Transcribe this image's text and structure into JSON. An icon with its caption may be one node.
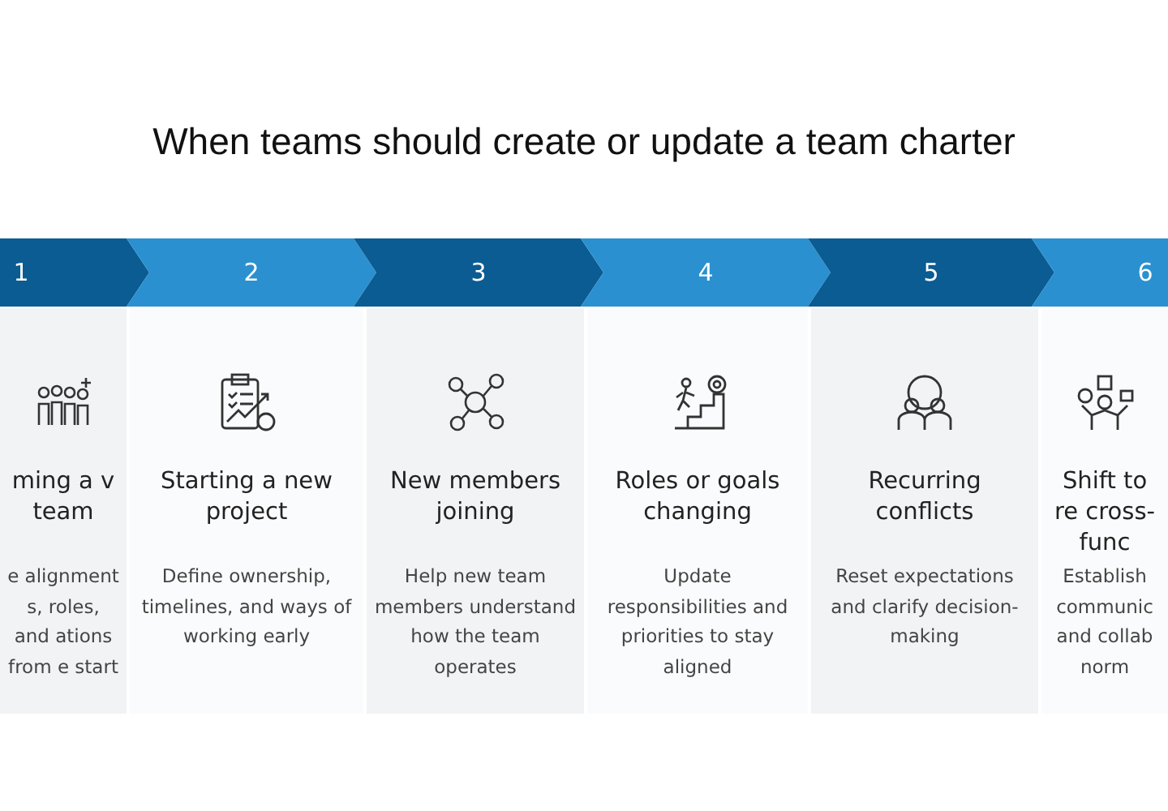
{
  "diagram": {
    "title": "When teams should create or update a team charter",
    "nodes": [
      {
        "text": [
          "1"
        ]
      },
      {
        "text": [
          "2"
        ]
      },
      {
        "text": [
          "3"
        ]
      },
      {
        "text": [
          "4"
        ]
      },
      {
        "text": [
          "5"
        ]
      },
      {
        "text": [
          "6"
        ]
      },
      {
        "text": [
          "ming a v team",
          "e alignment s, roles, and ations from e start"
        ]
      },
      {
        "text": [
          "Starting a new project",
          "Define ownership, timelines, and ways of working early"
        ]
      },
      {
        "text": [
          "New members joining",
          "Help new team members understand how the team operates"
        ]
      },
      {
        "text": [
          "Roles or goals changing",
          "Update responsibilities and priorities to stay aligned"
        ]
      },
      {
        "text": [
          "Recurring conflicts",
          "Reset expectations and clarify decision-making"
        ]
      },
      {
        "text": [
          "Shift to re cross-func",
          "Establish communic and collab norm"
        ]
      }
    ]
  }
}
